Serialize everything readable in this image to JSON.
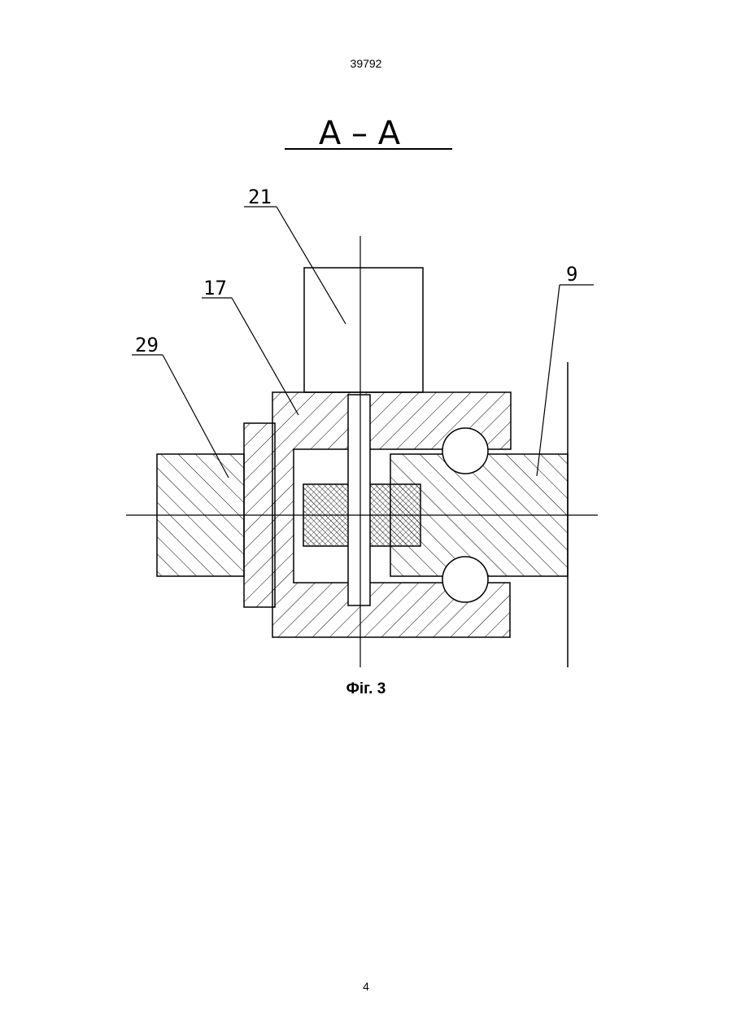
{
  "header": {
    "document_number": "39792"
  },
  "drawing": {
    "section_label": "A – A",
    "part_labels": {
      "p21": "21",
      "p17": "17",
      "p29": "29",
      "p9": "9"
    }
  },
  "figure": {
    "caption": "Фіг. 3"
  },
  "footer": {
    "page_number": "4"
  }
}
